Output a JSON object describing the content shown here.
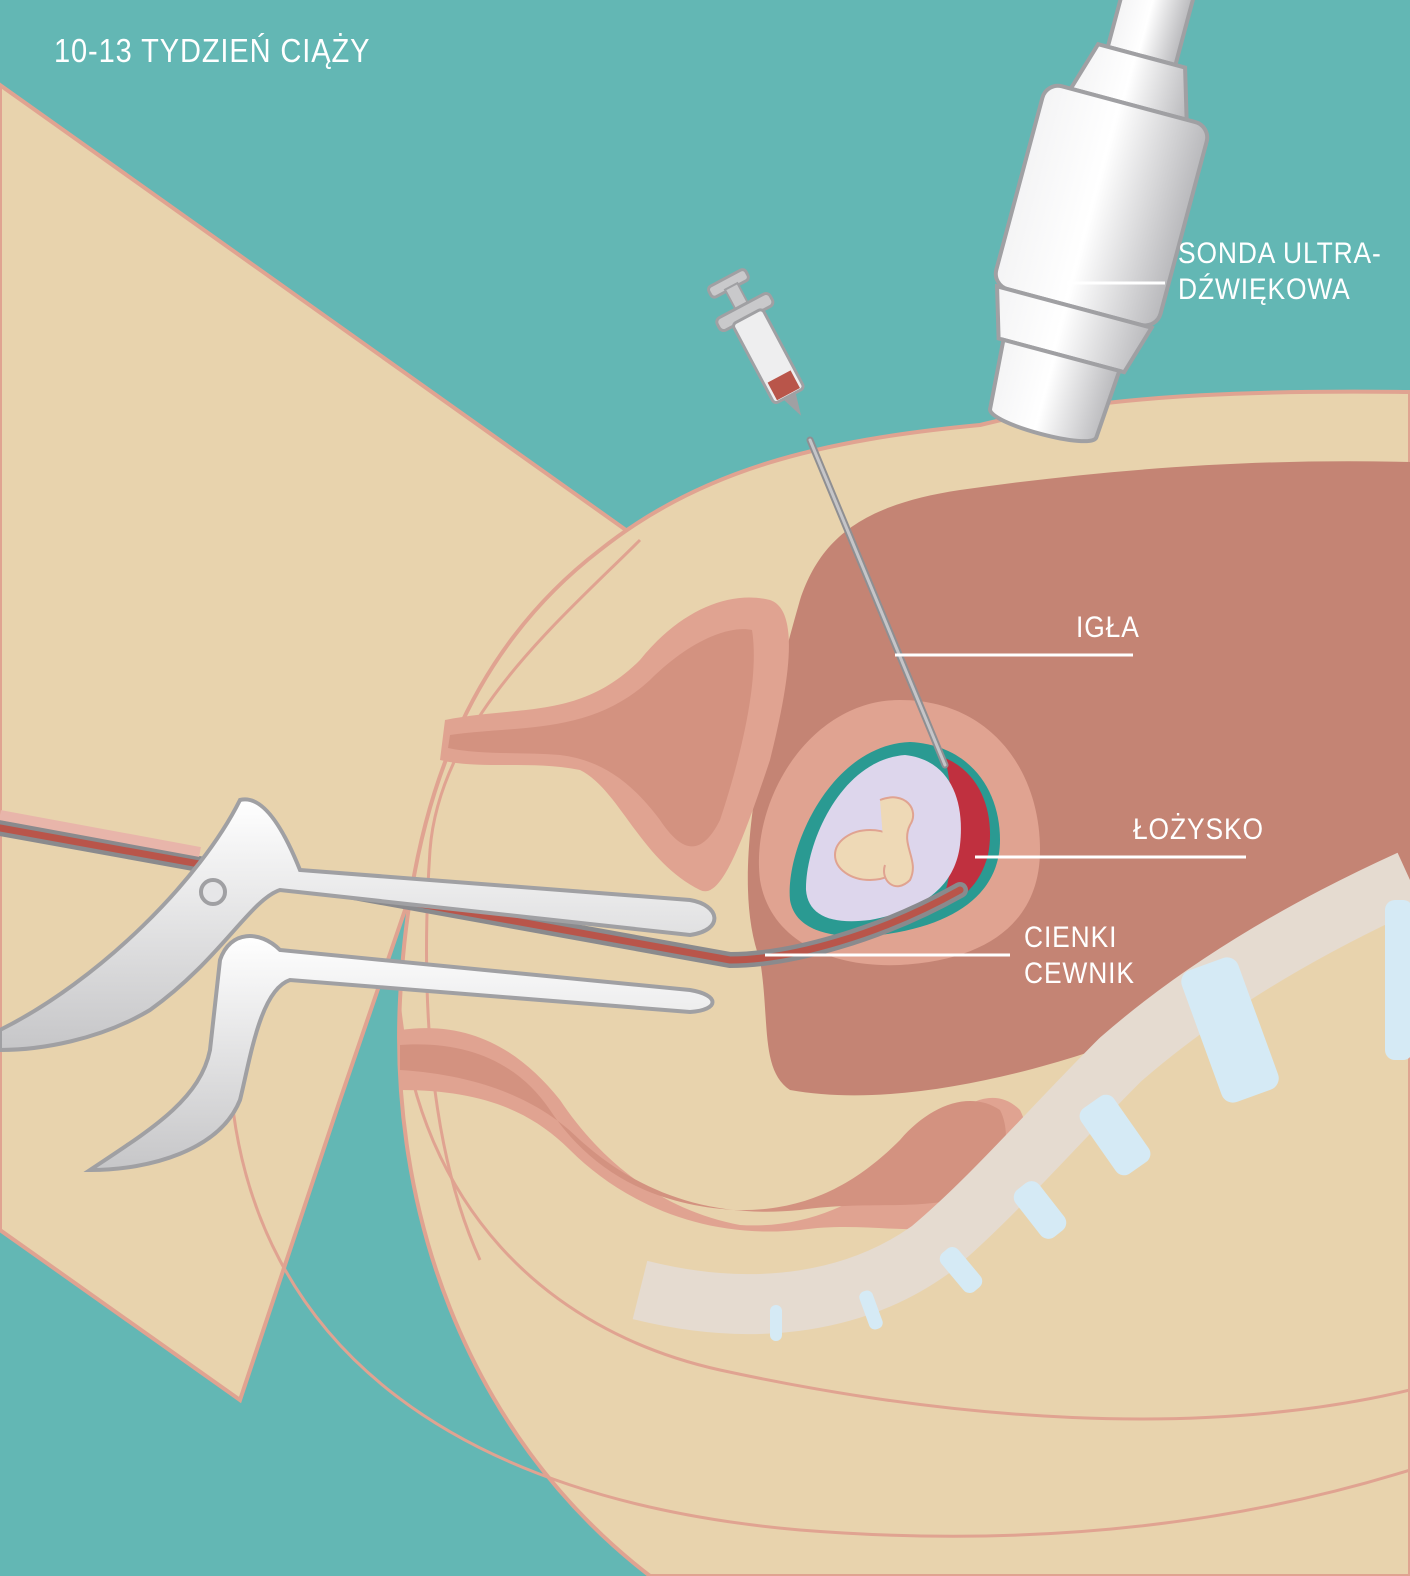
{
  "title": "10-13 TYDZIEŃ CIĄŻY",
  "labels": {
    "probe_line1": "SONDA ULTRA-",
    "probe_line2": "DŹWIĘKOWA",
    "needle": "IGŁA",
    "placenta": "ŁOŻYSKO",
    "catheter_line1": "CIENKI",
    "catheter_line2": "CEWNIK"
  },
  "colors": {
    "background": "#63b7b4",
    "skin": "#e8d3ad",
    "tissue_outline": "#e0a391",
    "uterus": "#c48474",
    "placenta": "#c0303f",
    "amniotic_sac": "#2a9a92",
    "instrument": "#c9c9cb"
  }
}
